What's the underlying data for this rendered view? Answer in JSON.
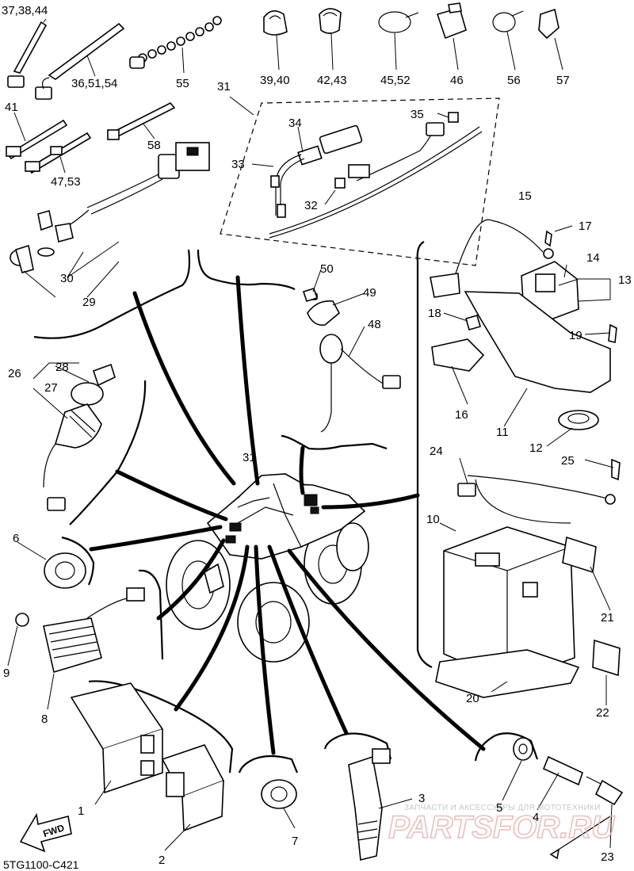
{
  "diagram_code": "5TG1100-C421",
  "direction_arrow": "FWD",
  "watermark": {
    "caption": "ЗАПЧАСТИ И АКСЕССУАРЫ ДЛЯ МОТОТЕХНИКИ",
    "logo": "PARTSFOR.RU"
  },
  "callouts": {
    "c1": "1",
    "c2": "2",
    "c3": "3",
    "c4": "4",
    "c5": "5",
    "c6": "6",
    "c7": "7",
    "c8": "8",
    "c9": "9",
    "c10": "10",
    "c11": "11",
    "c12": "12",
    "c13": "13",
    "c14": "14",
    "c15": "15",
    "c16": "16",
    "c17": "17",
    "c18": "18",
    "c19": "19",
    "c20": "20",
    "c21": "21",
    "c22": "22",
    "c23": "23",
    "c24": "24",
    "c25": "25",
    "c26": "26",
    "c27": "27",
    "c28": "28",
    "c29": "29",
    "c30": "30",
    "c31a": "31",
    "c31b": "31",
    "c32": "32",
    "c33": "33",
    "c34": "34",
    "c35": "35",
    "c36": "36,51,54",
    "c37": "37,38,44",
    "c39": "39,40",
    "c41": "41",
    "c42": "42,43",
    "c45": "45,52",
    "c46": "46",
    "c47": "47,53",
    "c48": "48",
    "c49": "49",
    "c50": "50",
    "c55": "55",
    "c56": "56",
    "c57": "57",
    "c58": "58"
  }
}
